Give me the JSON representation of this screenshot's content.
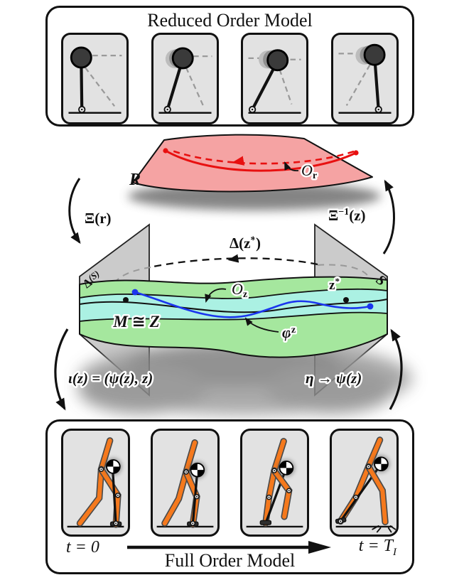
{
  "figure": {
    "top_box": {
      "title": "Reduced Order Model"
    },
    "middle": {
      "reduced_manifold_label": "R",
      "reduced_orbit_base": "O",
      "reduced_orbit_sub": "r",
      "xi_map_label": "Ξ(r)",
      "xi_inverse_base": "Ξ",
      "xi_inverse_sup": "−1",
      "xi_inverse_arg": "(z)",
      "impact_map_pre": "Δ(z",
      "impact_map_sup": "*",
      "impact_map_post": ")",
      "section_image_base": "Δ",
      "section_image_arg": "(S)",
      "section_label": "S",
      "fixed_point_base": "z",
      "fixed_point_sup": "*",
      "orbit_z_base": "O",
      "orbit_z_sub": "z",
      "flow_base": "φ",
      "flow_sup": "z",
      "manifold_label": "M ≅ Z",
      "embedding_label": "ι(z) = (ψ(z), z)",
      "eta_label": "η → ψ(z)"
    },
    "bottom_box": {
      "title": "Full Order Model",
      "time_start": "t = 0",
      "time_end_base": "t = T",
      "time_end_sub": "I"
    },
    "colors": {
      "reduced_surface": "#f5a3a3",
      "reduced_curve": "#e81010",
      "manifold_green": "#a5e79e",
      "band_cyan": "#abf1e3",
      "wall_gray": "#cbcbcb",
      "trajectory_blue": "#1a35ee",
      "robot_orange": "#f5791d",
      "panel_gray": "#e2e2e2",
      "label_dark_red": "#9b1f1f",
      "label_dark_green": "#2c8c2c"
    }
  }
}
